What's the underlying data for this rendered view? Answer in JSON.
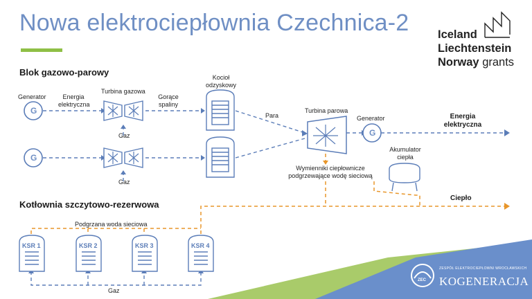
{
  "header": {
    "title": "Nowa elektrociepłownia Czechnica-2"
  },
  "brand": {
    "line1": "Iceland",
    "line2": "Liechtenstein",
    "line3_bold": "Norway",
    "line3_light": "grants"
  },
  "sections": {
    "gas_steam": "Blok gazowo-parowy",
    "peak_reserve": "Kotłownia szczytowo-rezerwowa"
  },
  "labels": {
    "generator_left": "Generator",
    "energy_left_1": "Energia",
    "energy_left_2": "elektryczna",
    "gas_turbine": "Turbina gazowa",
    "hot_gases_1": "Gorące",
    "hot_gases_2": "spaliny",
    "boiler_1": "Kocioł",
    "boiler_2": "odzyskowy",
    "gas_1": "Gaz",
    "gas_2": "Gaz",
    "steam": "Para",
    "steam_turbine": "Turbina parowa",
    "generator_right": "Generator",
    "energy_right_1": "Energia",
    "energy_right_2": "elektryczna",
    "accumulator_1": "Akumulator",
    "accumulator_2": "ciepła",
    "exchangers_1": "Wymienniki ciepłownicze",
    "exchangers_2": "podgrzewające wodę sieciową",
    "heat": "Ciepło",
    "heated_water": "Podgrzana woda sieciowa",
    "gas_bottom": "Gaz",
    "generator_symbol": "G"
  },
  "ksr": [
    "KSR 1",
    "KSR 2",
    "KSR 3",
    "KSR 4"
  ],
  "company": {
    "small": "ZESPÓŁ ELEKTROCIEPŁOWNI WROCŁAWSKICH",
    "big": "KOGENERACJA SA",
    "logo_text": "ZEC"
  },
  "colors": {
    "title_blue": "#6f8fc4",
    "accent_green": "#8fbf46",
    "diagram_blue": "#5b7db8",
    "heat_orange": "#e8962a",
    "footer_blue": "#6a8fcb"
  }
}
